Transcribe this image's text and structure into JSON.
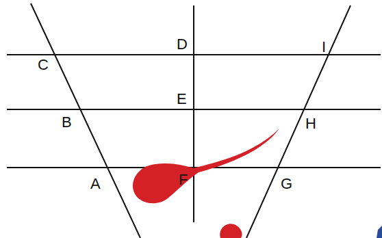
{
  "diagram": {
    "labels": [
      "C",
      "D",
      "I",
      "E",
      "B",
      "H",
      "A",
      "F",
      "G"
    ]
  }
}
